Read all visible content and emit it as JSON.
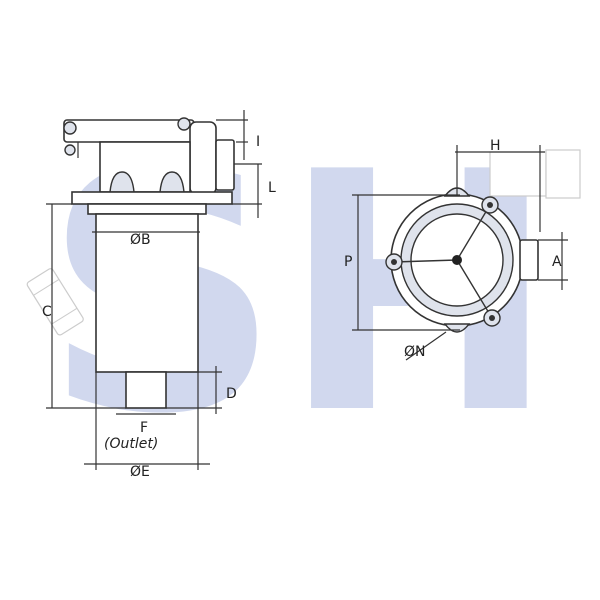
{
  "watermark": {
    "text": "SH",
    "color": "#c9d2ec"
  },
  "labels": {
    "I": "I",
    "L": "L",
    "B": "ØB",
    "C": "C",
    "D": "D",
    "F": "F",
    "outlet": "(Outlet)",
    "E": "ØE",
    "H": "H",
    "P": "P",
    "A": "A",
    "N": "ØN"
  },
  "colors": {
    "line": "#333333",
    "shade": "#dfe3ec"
  }
}
